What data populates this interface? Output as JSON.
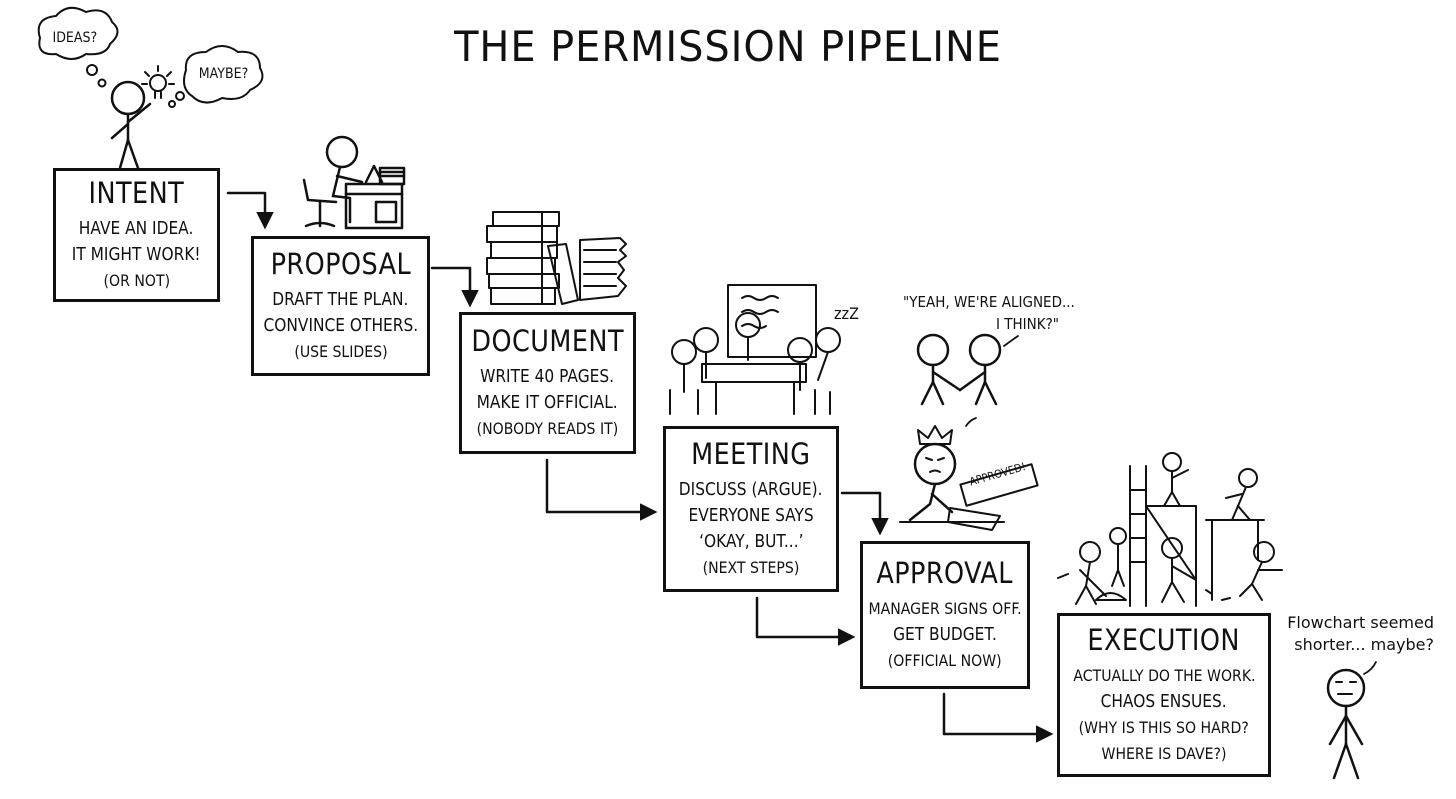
{
  "title": "THE PERMISSION PIPELINE",
  "thoughts": {
    "left": "IDEAS?",
    "right": "MAYBE?"
  },
  "stages": [
    {
      "heading": "INTENT",
      "lines": [
        "HAVE AN IDEA.",
        "IT MIGHT WORK!",
        "(OR NOT)"
      ]
    },
    {
      "heading": "PROPOSAL",
      "lines": [
        "DRAFT THE PLAN.",
        "CONVINCE OTHERS.",
        "(USE SLIDES)"
      ]
    },
    {
      "heading": "DOCUMENT",
      "lines": [
        "WRITE 40 PAGES.",
        "MAKE IT OFFICIAL.",
        "(NOBODY READS IT)"
      ]
    },
    {
      "heading": "MEETING",
      "lines": [
        "DISCUSS (ARGUE).",
        "EVERYONE SAYS",
        "‘OKAY, BUT...’",
        "(NEXT STEPS)"
      ]
    },
    {
      "heading": "APPROVAL",
      "lines": [
        "MANAGER SIGNS OFF.",
        "GET BUDGET.",
        "(OFFICIAL NOW)"
      ]
    },
    {
      "heading": "EXECUTION",
      "lines": [
        "ACTUALLY DO THE WORK.",
        "CHAOS ENSUES.",
        "(WHY IS THIS SO HARD?",
        "WHERE IS DAVE?)"
      ]
    }
  ],
  "handshake_quote": {
    "line1": "\"YEAH, WE'RE ALIGNED...",
    "line2": "I THINK?\""
  },
  "meeting_sound": "zzZ",
  "stamp": "APPROVED!",
  "aside": {
    "line1": "Flowchart seemed",
    "line2": "shorter... maybe?"
  }
}
